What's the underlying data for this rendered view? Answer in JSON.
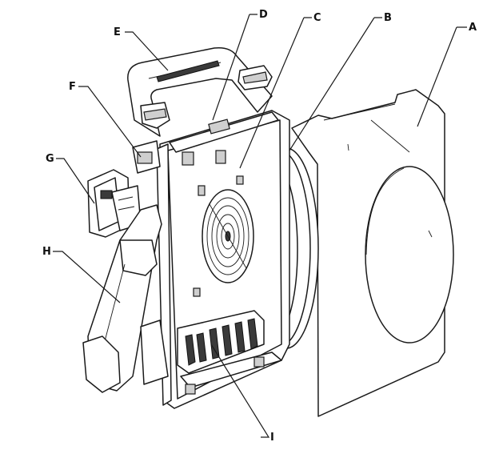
{
  "callouts": [
    {
      "id": "a",
      "text": "A"
    },
    {
      "id": "b",
      "text": "B"
    },
    {
      "id": "c",
      "text": "C"
    },
    {
      "id": "d",
      "text": "D"
    },
    {
      "id": "e",
      "text": "E"
    },
    {
      "id": "f",
      "text": "F"
    },
    {
      "id": "g",
      "text": "G"
    },
    {
      "id": "h",
      "text": "H"
    },
    {
      "id": "i",
      "text": "I"
    }
  ]
}
